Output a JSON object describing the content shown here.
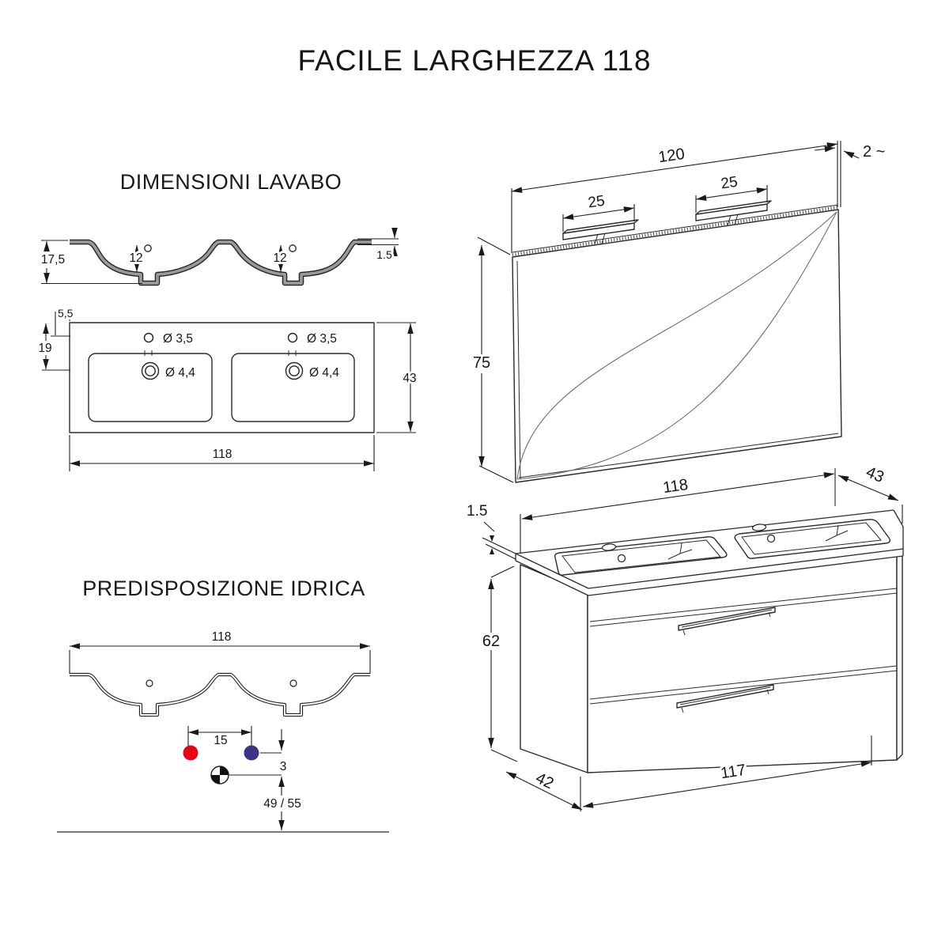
{
  "title": "FACILE LARGHEZZA 118",
  "colors": {
    "hot": "#e30613",
    "cold": "#3b3486",
    "ceramic": "#97999c"
  },
  "lavabo": {
    "heading": "DIMENSIONI LAVABO",
    "section": {
      "height": "17,5",
      "basin_depth_1": "12",
      "basin_depth_2": "12",
      "rim": "1.5"
    },
    "plan": {
      "edge_offset": "5,5",
      "drain_offset": "19",
      "faucet_1": "Ø 3,5",
      "faucet_2": "Ø 3,5",
      "drain_1": "Ø 4,4",
      "drain_2": "Ø 4,4",
      "depth": "43",
      "width": "118"
    }
  },
  "idrica": {
    "heading": "PREDISPOSIZIONE IDRICA",
    "width": "118",
    "tap_distance": "15",
    "drain_offset": "3",
    "height_range": "49 / 55"
  },
  "mirror": {
    "width": "120",
    "light_1": "25",
    "light_2": "25",
    "thickness": "2 ~",
    "height": "75"
  },
  "base": {
    "top_thickness": "1.5",
    "width_top": "118",
    "depth_top": "43",
    "height": "62",
    "depth_bottom": "42",
    "width_bottom": "117"
  }
}
